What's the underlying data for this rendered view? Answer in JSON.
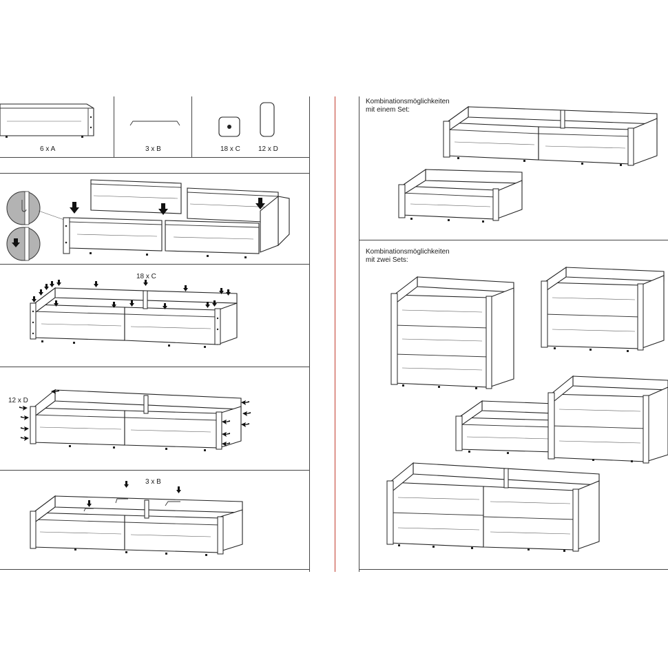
{
  "parts": {
    "a_label": "6 x A",
    "b_label": "3 x B",
    "c_label": "18 x C",
    "d_label": "12 x D"
  },
  "steps": {
    "step3_label": "18 x C",
    "step4_label": "12 x D",
    "step5_label": "3 x B"
  },
  "combos": {
    "one_set_line1": "Kombinationsmöglichkeiten",
    "one_set_line2": "mit einem Set:",
    "two_sets_line1": "Kombinationsmöglichkeiten",
    "two_sets_line2": "mit zwei Sets:"
  },
  "colors": {
    "divider": "#c0392b",
    "line": "#222222"
  }
}
